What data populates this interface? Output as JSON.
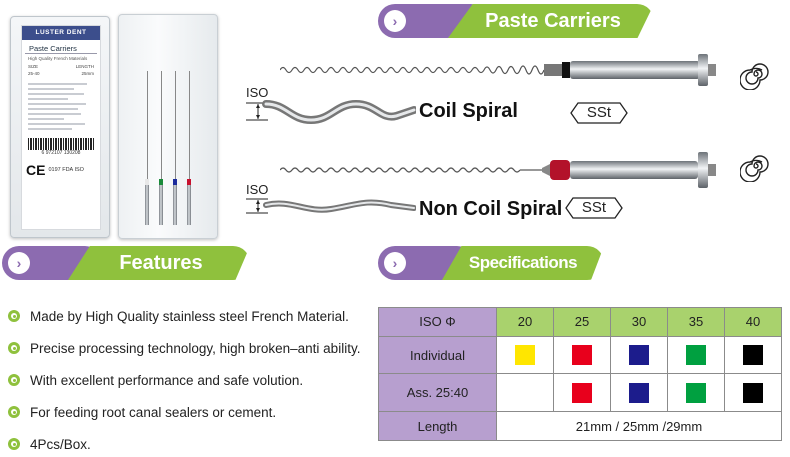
{
  "packaging": {
    "brand": "LUSTER DENT",
    "product_name": "Paste Carriers",
    "subtitle": "High Quality French Materials",
    "size_label": "SIZE",
    "size_value": "25-40",
    "length_label": "LENGTH",
    "length_value": "25mm",
    "barcode": "6 972107 130208",
    "ce": "CE",
    "marks": "0197 FDA ISO"
  },
  "banners": {
    "paste_carriers": "Paste Carriers",
    "features": "Features",
    "specifications": "Specifications",
    "arrow_icon": "chevron-right-icon"
  },
  "files": {
    "coil": {
      "iso": "ISO",
      "title": "Coil Spiral",
      "material": "SSt"
    },
    "non_coil": {
      "iso": "ISO",
      "title": "Non Coil Spiral",
      "material": "SSt"
    },
    "rotation_icon": "spiral-rotation-icon"
  },
  "features": [
    "Made by High Quality stainless steel French Material.",
    "Precise processing technology, high broken–anti ability.",
    "With excellent performance and safe volution.",
    "For feeding root canal sealers or cement.",
    "4Pcs/Box."
  ],
  "spec_table": {
    "header": "ISO Φ",
    "sizes": [
      "20",
      "25",
      "30",
      "35",
      "40"
    ],
    "rows": [
      {
        "label": "Individual",
        "colors": [
          "#ffe600",
          "#e8001c",
          "#1c1c8c",
          "#00a040",
          "#000000"
        ]
      },
      {
        "label": "Ass. 25:40",
        "colors": [
          "",
          "#e8001c",
          "#1c1c8c",
          "#00a040",
          "#000000"
        ]
      }
    ],
    "length_label": "Length",
    "length_value": "21mm / 25mm /29mm"
  },
  "colors": {
    "purple": "#8c6bb0",
    "green": "#8fc13d",
    "table_purple": "#b79fcf",
    "table_green": "#a9d26d"
  }
}
